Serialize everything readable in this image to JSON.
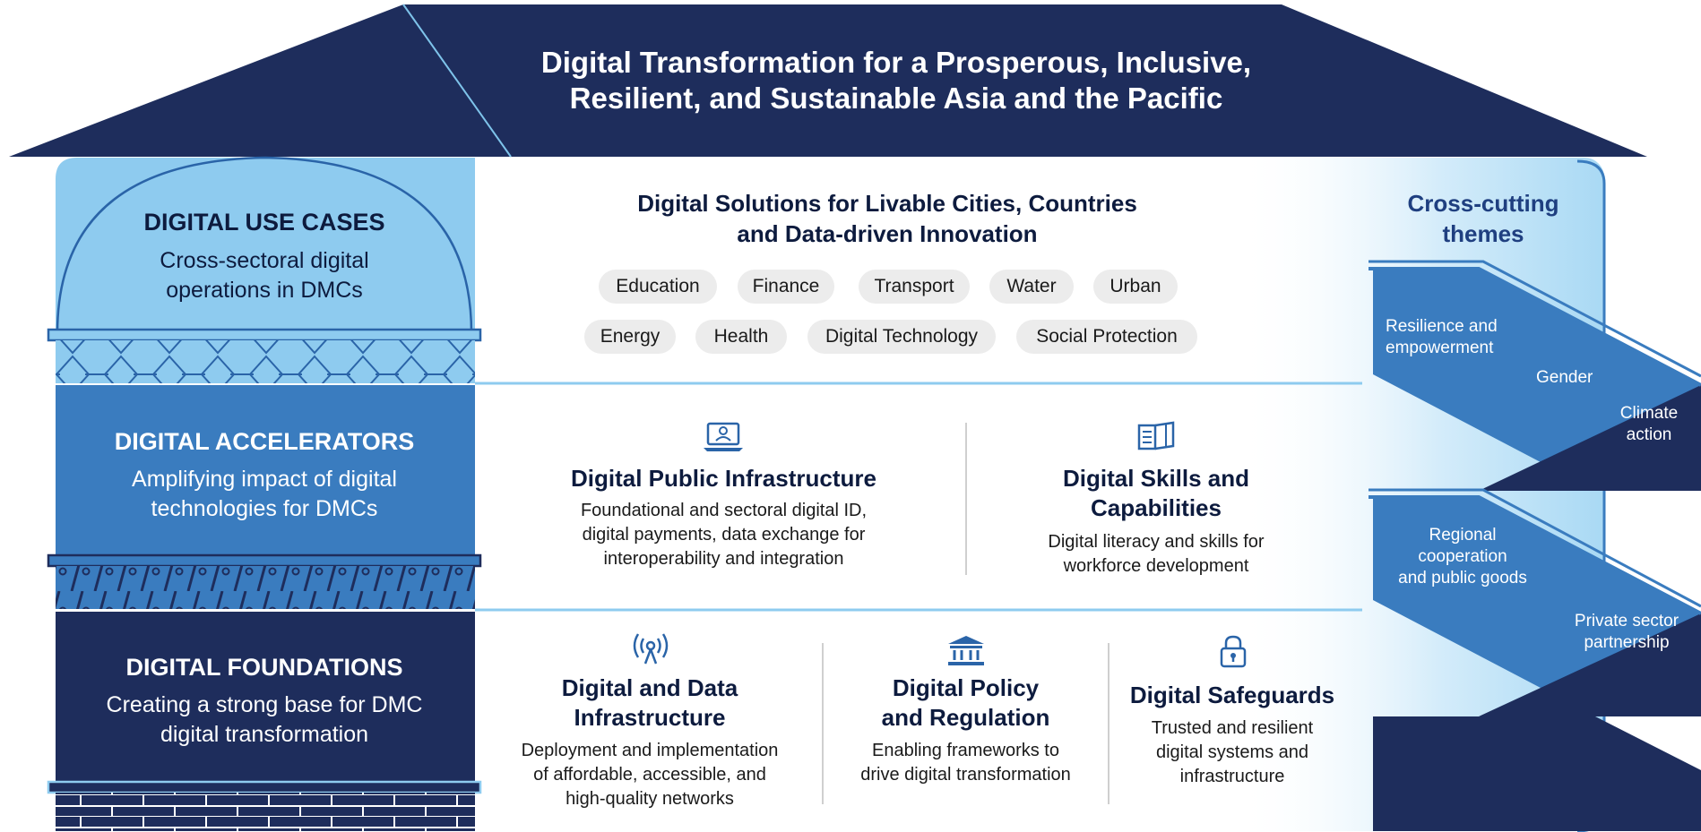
{
  "roof": {
    "title_line1": "Digital Transformation for a Prosperous, Inclusive,",
    "title_line2": "Resilient, and Sustainable Asia and the Pacific"
  },
  "tiers": {
    "use_cases": {
      "heading": "DIGITAL USE CASES",
      "sub_line1": "Cross-sectoral digital",
      "sub_line2": "operations in DMCs"
    },
    "accelerators": {
      "heading": "DIGITAL ACCELERATORS",
      "sub_line1": "Amplifying impact of digital",
      "sub_line2": "technologies for DMCs"
    },
    "foundations": {
      "heading": "DIGITAL FOUNDATIONS",
      "sub_line1": "Creating a strong base for DMC",
      "sub_line2": "digital transformation"
    }
  },
  "solutions": {
    "title_line1": "Digital Solutions for Livable Cities, Countries",
    "title_line2": "and Data-driven Innovation",
    "sectors_row1": [
      "Education",
      "Finance",
      "Transport",
      "Water",
      "Urban"
    ],
    "sectors_row2": [
      "Energy",
      "Health",
      "Digital Technology",
      "Social Protection"
    ]
  },
  "accelerator_blocks": {
    "dpi": {
      "icon": "laptop-user-icon",
      "title": "Digital Public Infrastructure",
      "desc_line1": "Foundational and sectoral digital ID,",
      "desc_line2": "digital payments, data exchange for",
      "desc_line3": "interoperability and integration"
    },
    "skills": {
      "icon": "book-icon",
      "title_line1": "Digital Skills and",
      "title_line2": "Capabilities",
      "desc_line1": "Digital literacy and skills for",
      "desc_line2": "workforce development"
    }
  },
  "foundation_blocks": {
    "infra": {
      "icon": "antenna-icon",
      "title_line1": "Digital and Data",
      "title_line2": "Infrastructure",
      "desc_line1": "Deployment and implementation",
      "desc_line2": "of affordable, accessible, and",
      "desc_line3": "high-quality networks"
    },
    "policy": {
      "icon": "institution-icon",
      "title_line1": "Digital Policy",
      "title_line2": "and Regulation",
      "desc_line1": "Enabling frameworks to",
      "desc_line2": "drive digital transformation"
    },
    "safeguards": {
      "icon": "lock-icon",
      "title": "Digital Safeguards",
      "desc_line1": "Trusted and resilient",
      "desc_line2": "digital systems and",
      "desc_line3": "infrastructure"
    }
  },
  "cross_cutting": {
    "title_line1": "Cross-cutting",
    "title_line2": "themes",
    "resilience_line1": "Resilience and",
    "resilience_line2": "empowerment",
    "gender": "Gender",
    "climate_line1": "Climate",
    "climate_line2": "action",
    "regional_line1": "Regional",
    "regional_line2": "cooperation",
    "regional_line3": "and public goods",
    "private_line1": "Private sector",
    "private_line2": "partnership"
  },
  "colors": {
    "navy": "#1e2d5c",
    "mid_blue": "#3a7cbf",
    "light_blue": "#8ecbef",
    "accent": "#2a64a8"
  }
}
